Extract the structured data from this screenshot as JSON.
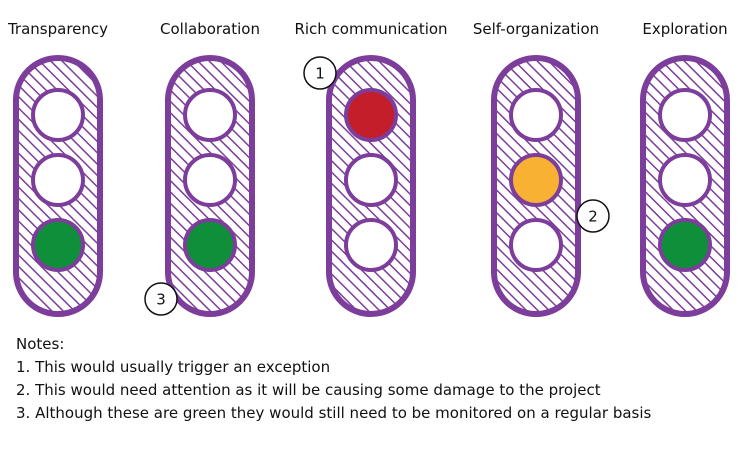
{
  "colors": {
    "frame": "#7c3d9b",
    "hatch": "#7c3d9b",
    "light_off": "#ffffff",
    "red": "#c41e2a",
    "amber": "#f8b133",
    "green": "#0f8f3a",
    "ink": "#111111"
  },
  "traffic_lights": [
    {
      "label": "Transparency",
      "lights": [
        "off",
        "off",
        "green"
      ]
    },
    {
      "label": "Collaboration",
      "lights": [
        "off",
        "off",
        "green"
      ]
    },
    {
      "label": "Rich communication",
      "lights": [
        "red",
        "off",
        "off"
      ]
    },
    {
      "label": "Self-organization",
      "lights": [
        "off",
        "amber",
        "off"
      ]
    },
    {
      "label": "Exploration",
      "lights": [
        "off",
        "off",
        "green"
      ]
    }
  ],
  "markers": [
    {
      "label": "1",
      "light_index": 2
    },
    {
      "label": "2",
      "light_index": 3
    },
    {
      "label": "3",
      "light_index": 1
    }
  ],
  "notes": {
    "heading": "Notes:",
    "items": [
      "1.  This would usually trigger an exception",
      "2.  This would need attention as it will be causing some damage to the project",
      "3.  Although these are green they would still need to be monitored on a regular basis"
    ]
  }
}
